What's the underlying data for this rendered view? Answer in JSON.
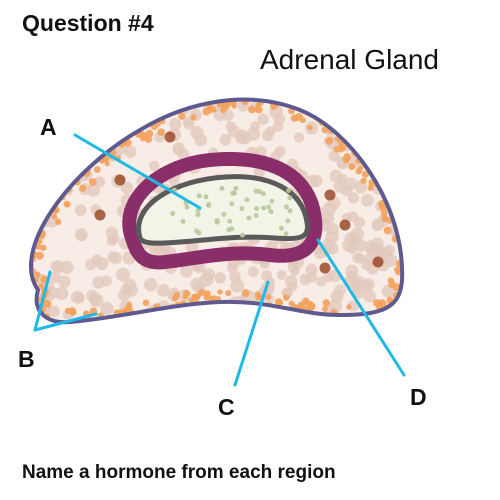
{
  "question_title": "Question #4",
  "diagram_title": "Adrenal Gland",
  "instruction": "Name a hormone from each region",
  "labels": {
    "a": "A",
    "b": "B",
    "c": "C",
    "d": "D"
  },
  "colors": {
    "capsule_outline": "#5e5a8f",
    "outer_zone_dots": "#f3a25c",
    "middle_zone_dots": "#e2c8bc",
    "dark_cells": "#9b4b28",
    "inner_band": "#8a2e6a",
    "medulla_outline": "#5a5a5a",
    "medulla_dots": "#b9c99a",
    "pointer_lines": "#1fb9e8"
  }
}
